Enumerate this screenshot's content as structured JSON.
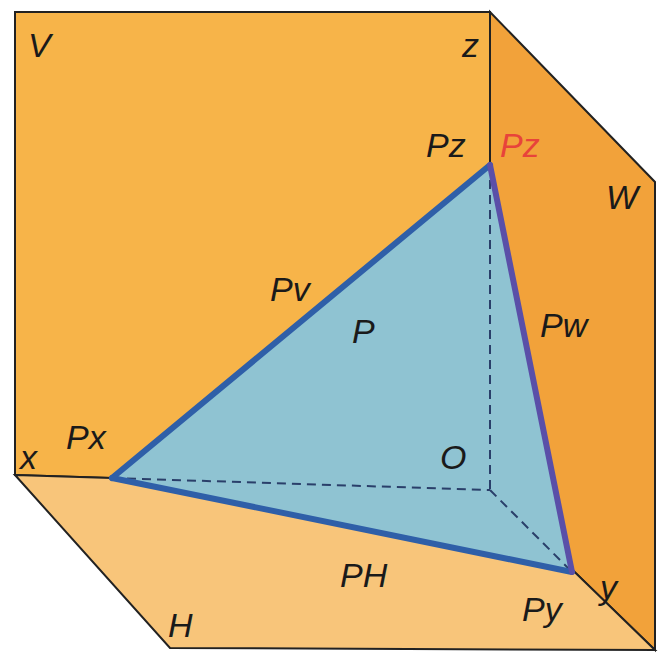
{
  "diagram": {
    "labels": [
      "V",
      "z",
      "Pz",
      "Pz",
      "W",
      "Pv",
      "P",
      "Pw",
      "Px",
      "O",
      "x",
      "PH",
      "Py",
      "y",
      "H"
    ]
  }
}
